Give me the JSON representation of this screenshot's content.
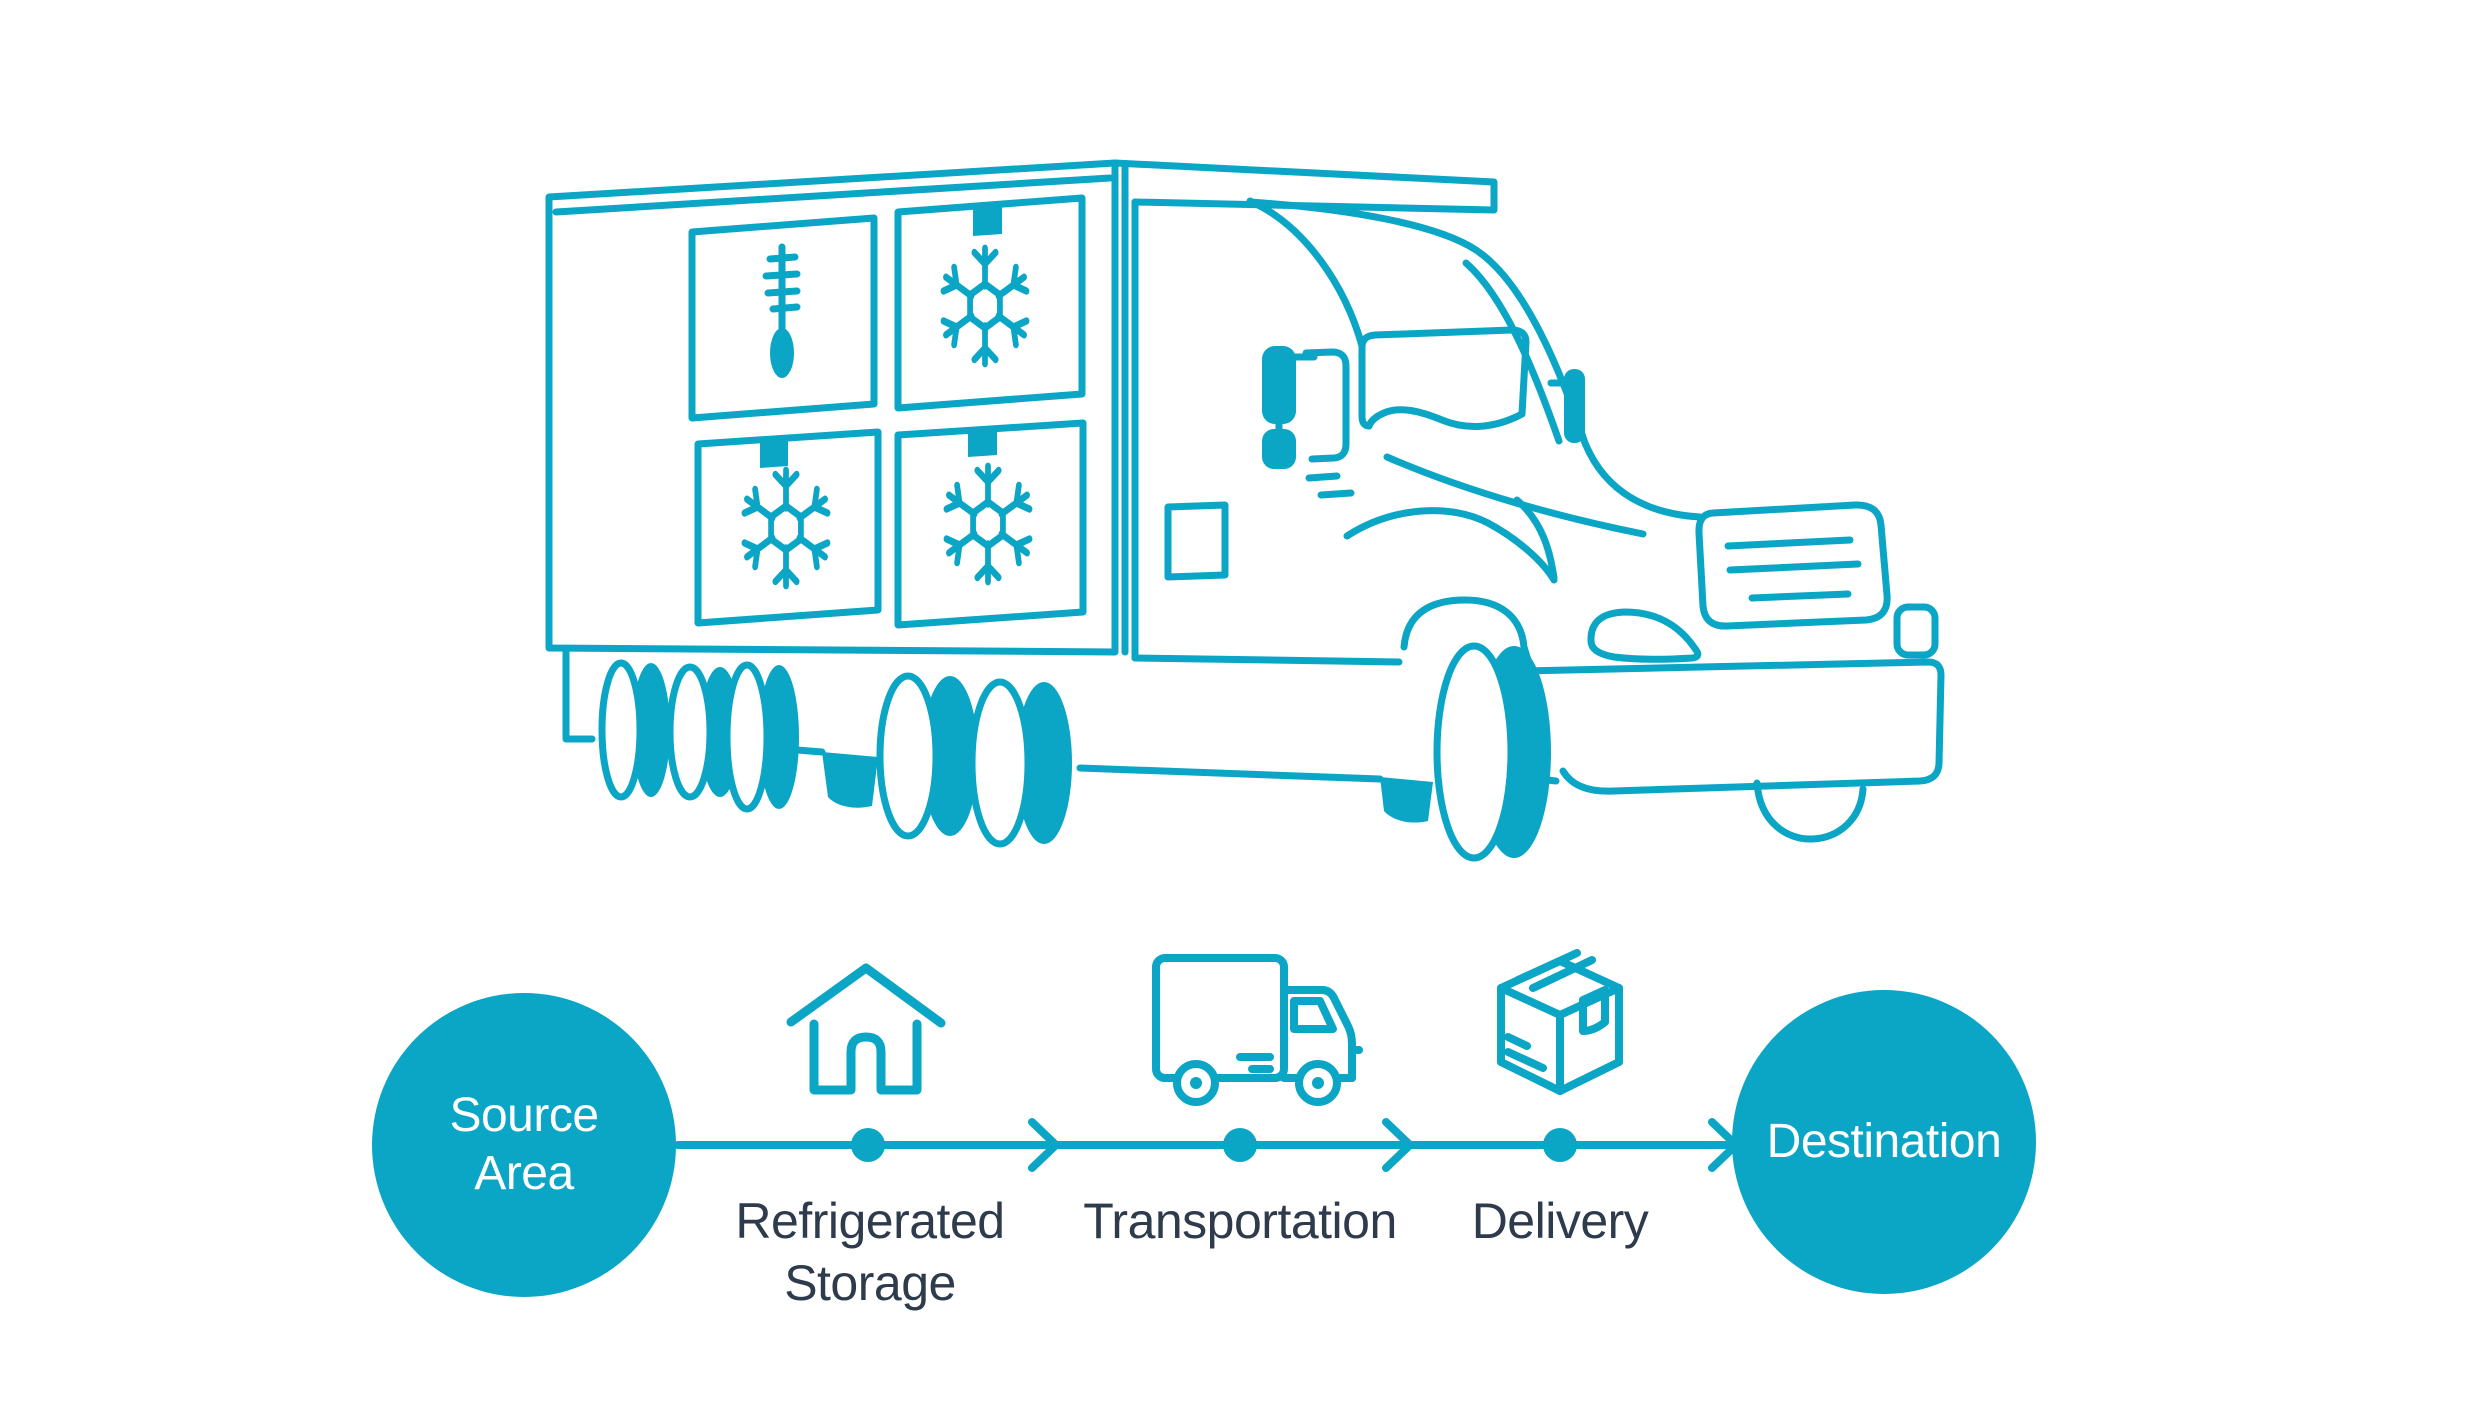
{
  "colors": {
    "accent": "#0BA5C5",
    "ink": "#2E3B4C",
    "paper": "#FFFFFF"
  },
  "illustration": {
    "name": "refrigerated-delivery-truck",
    "panel_icons": [
      "thermometer",
      "snowflake",
      "snowflake",
      "snowflake"
    ]
  },
  "flow": {
    "source": {
      "line1": "Source",
      "line2": "Area"
    },
    "destination": {
      "label": "Destination"
    },
    "steps": [
      {
        "id": "refrigerated-storage",
        "line1": "Refrigerated",
        "line2": "Storage",
        "icon": "warehouse-house-icon"
      },
      {
        "id": "transportation",
        "line1": "Transportation",
        "line2": "",
        "icon": "delivery-truck-icon"
      },
      {
        "id": "delivery",
        "line1": "Delivery",
        "line2": "",
        "icon": "package-box-icon"
      }
    ]
  }
}
